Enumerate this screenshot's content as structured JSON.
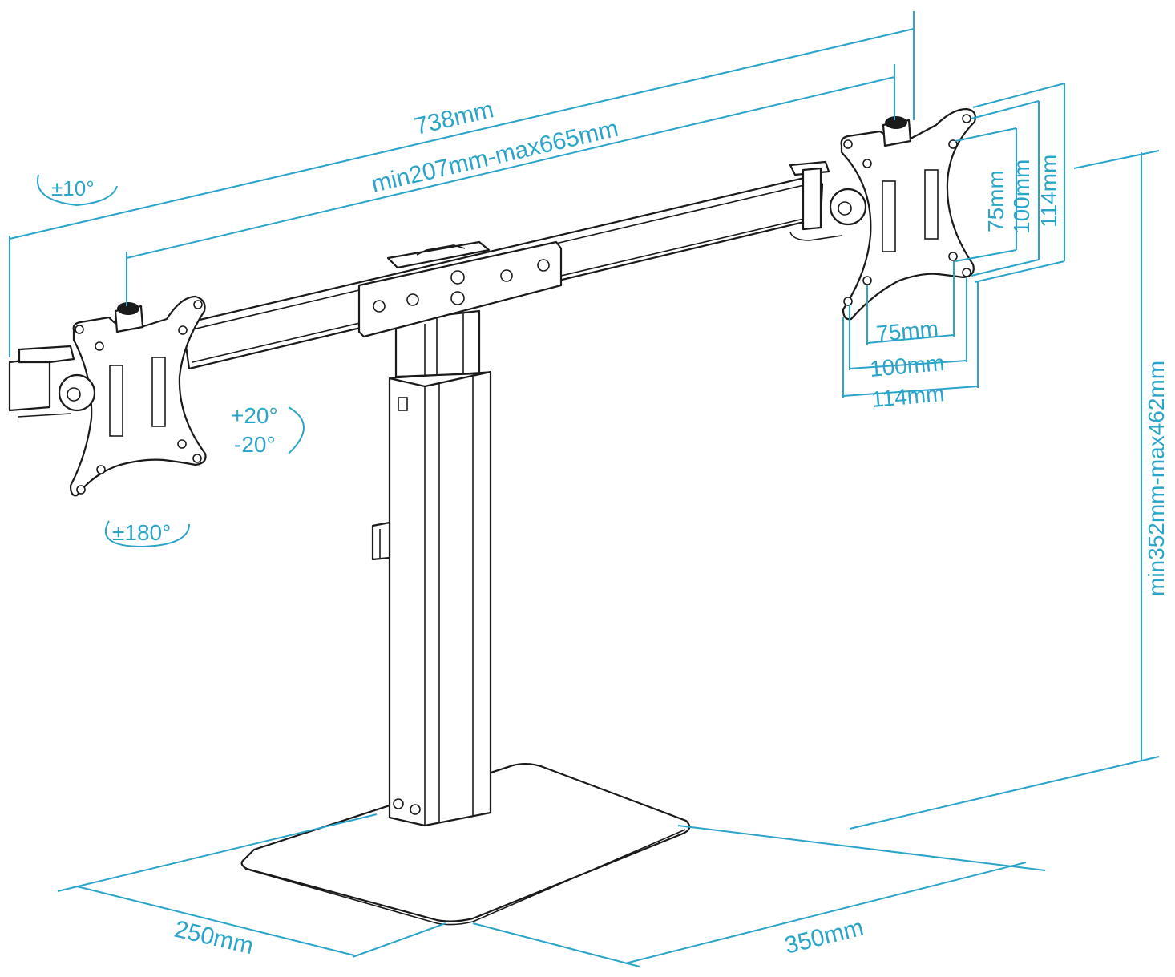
{
  "labels": {
    "overall_width": "738mm",
    "arm_range": "min207mm-max665mm",
    "tilt_side": "±10°",
    "tilt_up": "+20°",
    "tilt_down": "-20°",
    "rotation": "±180°",
    "vesa_h_75": "75mm",
    "vesa_h_100": "100mm",
    "vesa_h_114": "114mm",
    "vesa_v_75": "75mm",
    "vesa_v_100": "100mm",
    "vesa_v_114": "114mm",
    "height_range": "min352mm-max462mm",
    "base_depth": "250mm",
    "base_width": "350mm"
  },
  "colors": {
    "dimension": "#2aa4c8",
    "outline": "#1a1a1a"
  }
}
